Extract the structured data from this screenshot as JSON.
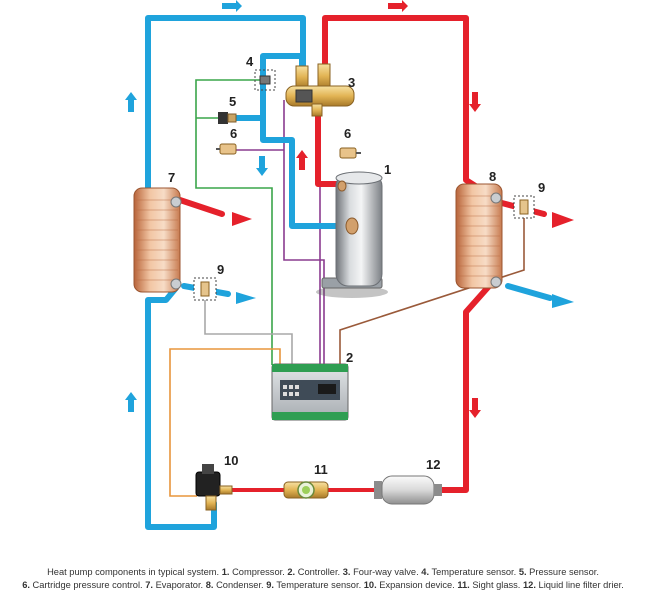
{
  "diagram": {
    "labels": {
      "compressor": "1",
      "controller": "2",
      "four_way_valve": "3",
      "temperature_sensor_top": "4",
      "pressure_sensor": "5",
      "cartridge_left": "6",
      "cartridge_right": "6",
      "evaporator": "7",
      "condenser": "8",
      "temp_sensor_right": "9",
      "temp_sensor_left": "9",
      "expansion_device": "10",
      "sight_glass": "11",
      "filter_drier": "12"
    },
    "colors": {
      "hot_pipe": "#e5212b",
      "cold_pipe": "#1fa3dc",
      "green_wire": "#3aa54a",
      "purple_wire": "#8a3b8f",
      "brown_wire": "#9a5a3a",
      "gray_wire": "#a8a8a8",
      "orange_wire": "#e8953c"
    }
  },
  "caption": {
    "lead": "Heat pump components in typical system.",
    "items": [
      {
        "num": "1.",
        "text": " Compressor."
      },
      {
        "num": "2.",
        "text": " Controller."
      },
      {
        "num": "3.",
        "text": " Four-way valve."
      },
      {
        "num": "4.",
        "text": " Temperature sensor."
      },
      {
        "num": "5.",
        "text": " Pressure sensor."
      },
      {
        "num": "6.",
        "text": " Cartridge pressure control."
      },
      {
        "num": "7.",
        "text": " Evaporator."
      },
      {
        "num": "8.",
        "text": " Condenser."
      },
      {
        "num": "9.",
        "text": " Temperature sensor."
      },
      {
        "num": "10.",
        "text": " Expansion device."
      },
      {
        "num": "11.",
        "text": " Sight glass."
      },
      {
        "num": "12.",
        "text": " Liquid line filter drier."
      }
    ]
  }
}
